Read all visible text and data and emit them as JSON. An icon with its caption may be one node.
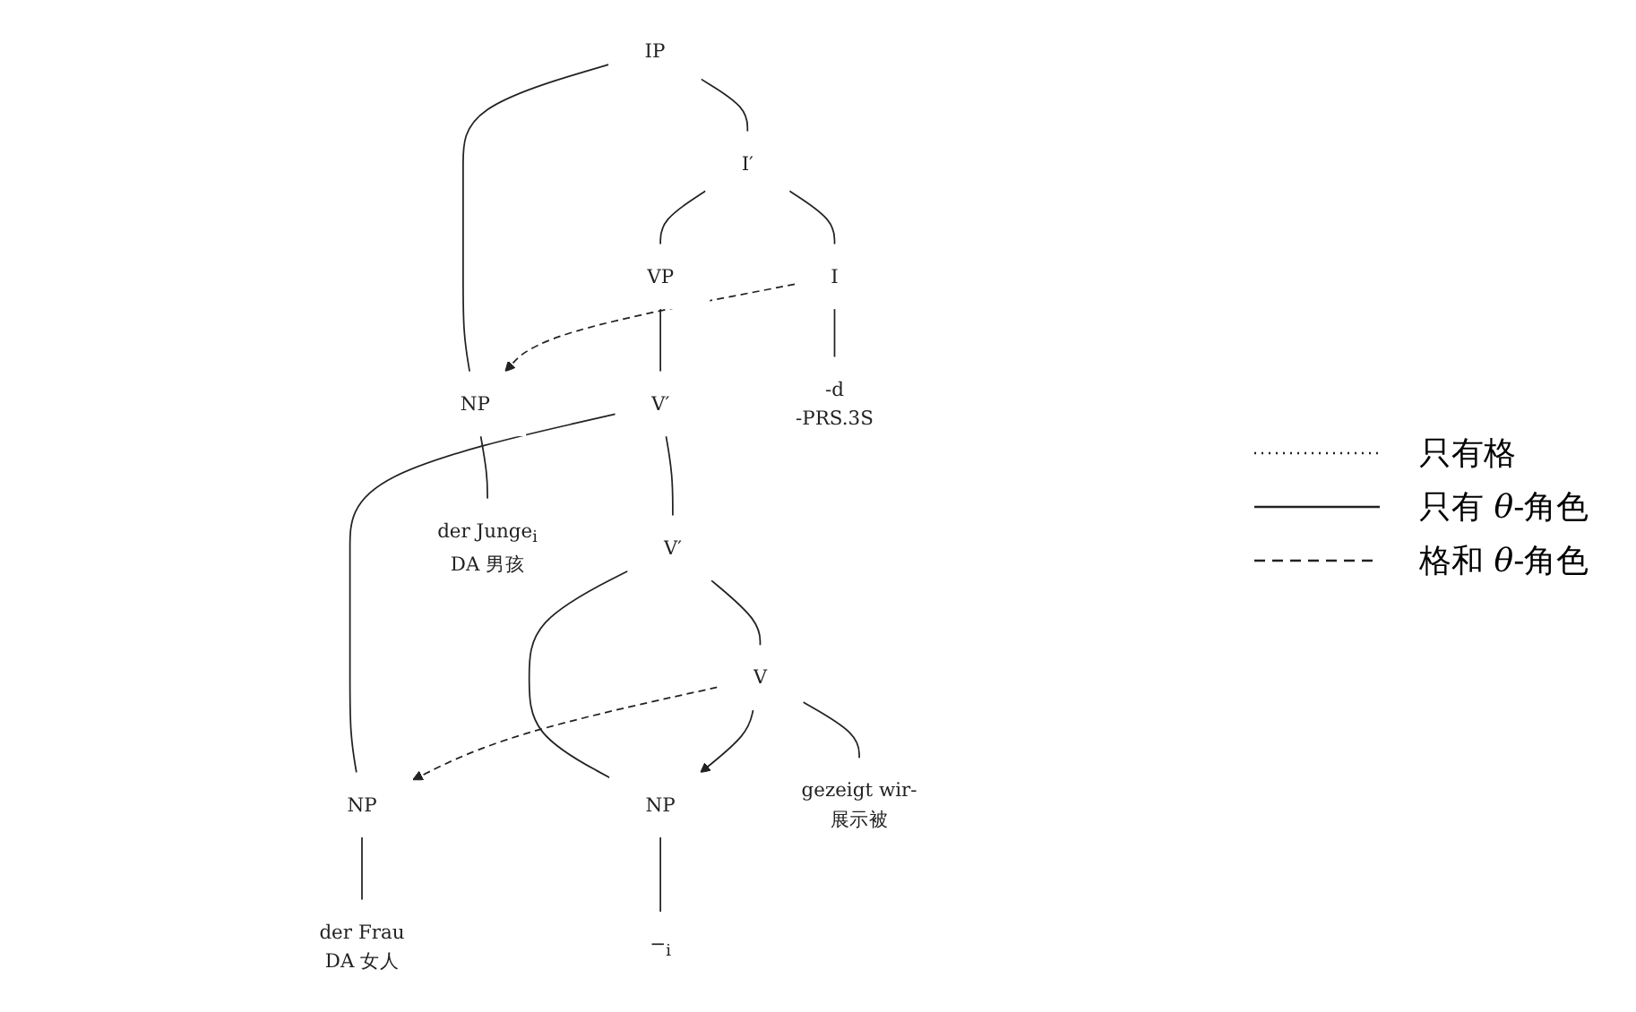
{
  "diagram": {
    "nodes": [
      {
        "text": [
          "IP"
        ]
      },
      {
        "text": [
          "NP"
        ]
      },
      {
        "text": [
          "I′"
        ]
      },
      {
        "text": [
          "VP"
        ]
      },
      {
        "text": [
          "I"
        ]
      },
      {
        "text": [
          "V′"
        ]
      },
      {
        "text": [
          "NP"
        ]
      },
      {
        "text": [
          "V′"
        ]
      },
      {
        "text": [
          "NP"
        ]
      },
      {
        "text": [
          "V"
        ]
      },
      {
        "text": [
          "der Junge$_{i}$",
          "DA 男孩"
        ]
      },
      {
        "text": [
          "der Frau",
          "DA 女人"
        ]
      },
      {
        "text": [
          "−$_{i}$"
        ]
      },
      {
        "text": [
          "gezeigt wir-",
          "展示被"
        ]
      },
      {
        "text": [
          "-d",
          "-PRS.3S"
        ]
      }
    ],
    "edges": [
      {
        "from": 0,
        "to": 1,
        "arrow": "none"
      },
      {
        "from": 0,
        "to": 2,
        "arrow": "none"
      },
      {
        "from": 2,
        "to": 3,
        "arrow": "none"
      },
      {
        "from": 2,
        "to": 4,
        "arrow": "none"
      },
      {
        "from": 3,
        "to": 5,
        "arrow": "none"
      },
      {
        "from": 5,
        "to": 6,
        "arrow": "none"
      },
      {
        "from": 5,
        "to": 7,
        "arrow": "none"
      },
      {
        "from": 7,
        "to": 8,
        "arrow": "none"
      },
      {
        "from": 7,
        "to": 9,
        "arrow": "none"
      },
      {
        "from": 1,
        "to": 10,
        "arrow": "none"
      },
      {
        "from": 6,
        "to": 11,
        "arrow": "none"
      },
      {
        "from": 8,
        "to": 12,
        "arrow": "none"
      },
      {
        "from": 9,
        "to": 13,
        "arrow": "none"
      },
      {
        "from": 4,
        "to": 14,
        "arrow": "none"
      },
      {
        "from": 4,
        "to": 1,
        "arrow": "to",
        "style": "dashed"
      },
      {
        "from": 9,
        "to": 6,
        "arrow": "to",
        "style": "dashed"
      },
      {
        "from": 9,
        "to": 8,
        "arrow": "to"
      }
    ],
    "legend": [
      {
        "text": "只有格"
      },
      {
        "text": "只有 *θ*-角色"
      },
      {
        "text": "格和 *θ*-角色"
      }
    ]
  }
}
